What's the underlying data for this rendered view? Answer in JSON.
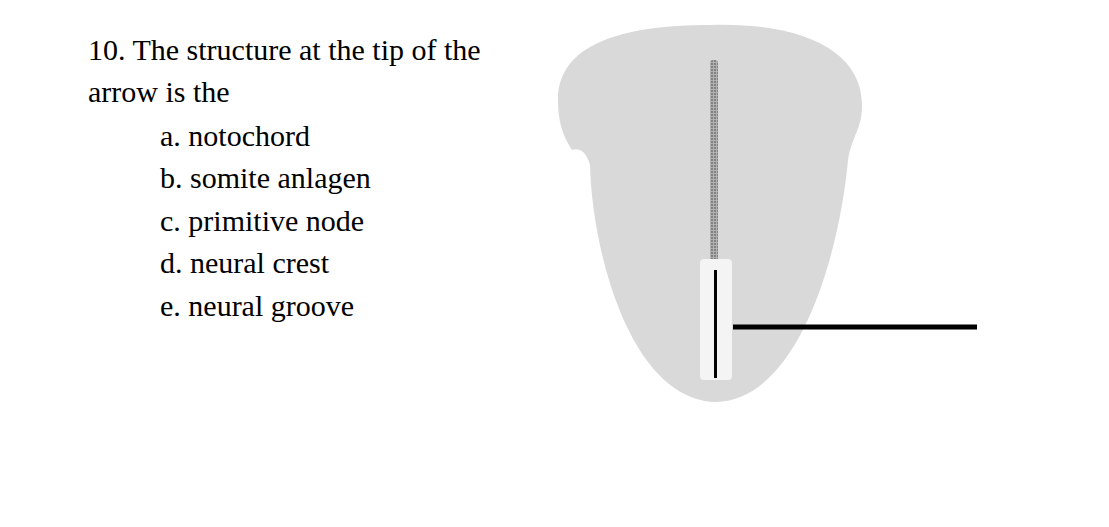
{
  "diagram": {
    "labels": [
      "10. The structure at the tip of the arrow is the",
      "a. notochord",
      "b. somite anlagen",
      "c. primitive node",
      "d. neural crest",
      "e. neural groove"
    ]
  }
}
